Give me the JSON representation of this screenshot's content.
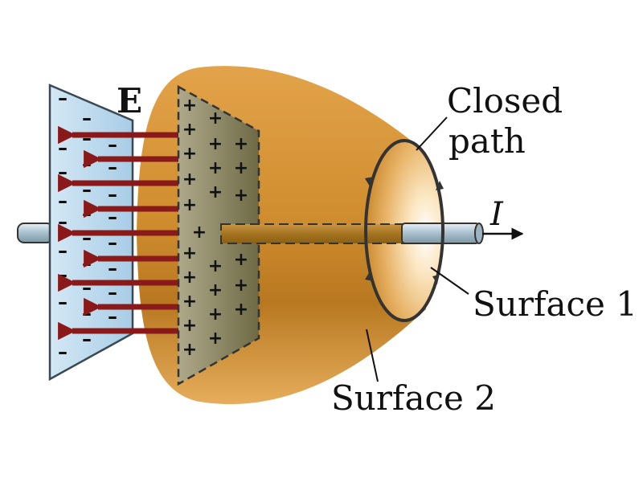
{
  "labels": {
    "field": "E",
    "current": "I",
    "closed_path_line1": "Closed",
    "closed_path_line2": "path",
    "surface1": "Surface 1",
    "surface2": "Surface 2"
  },
  "signs": {
    "negative": "–",
    "positive": "+"
  },
  "colors": {
    "negative_plate": "#bcd9ec",
    "positive_plate": "#8f8a64",
    "surface": "#c98a2c",
    "field_arrow": "#8a1a1a",
    "wire": "#a9c2d0",
    "path": "#333333"
  }
}
